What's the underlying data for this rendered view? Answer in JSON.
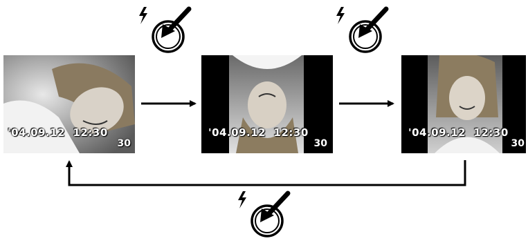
{
  "screens": [
    {
      "orientation": "landscape",
      "datetime": "'04.09.12  12:30",
      "frame_count": "30"
    },
    {
      "orientation": "rotated-upside-down",
      "datetime": "'04.09.12  12:30",
      "frame_count": "30"
    },
    {
      "orientation": "portrait",
      "datetime": "'04.09.12  12:30",
      "frame_count": "30"
    }
  ],
  "buttons": [
    {
      "icon": "flash-rotate-button-icon"
    },
    {
      "icon": "flash-rotate-button-icon"
    },
    {
      "icon": "flash-rotate-button-icon"
    }
  ],
  "colors": {
    "stroke": "#000000",
    "screen_bg": "#000000"
  }
}
